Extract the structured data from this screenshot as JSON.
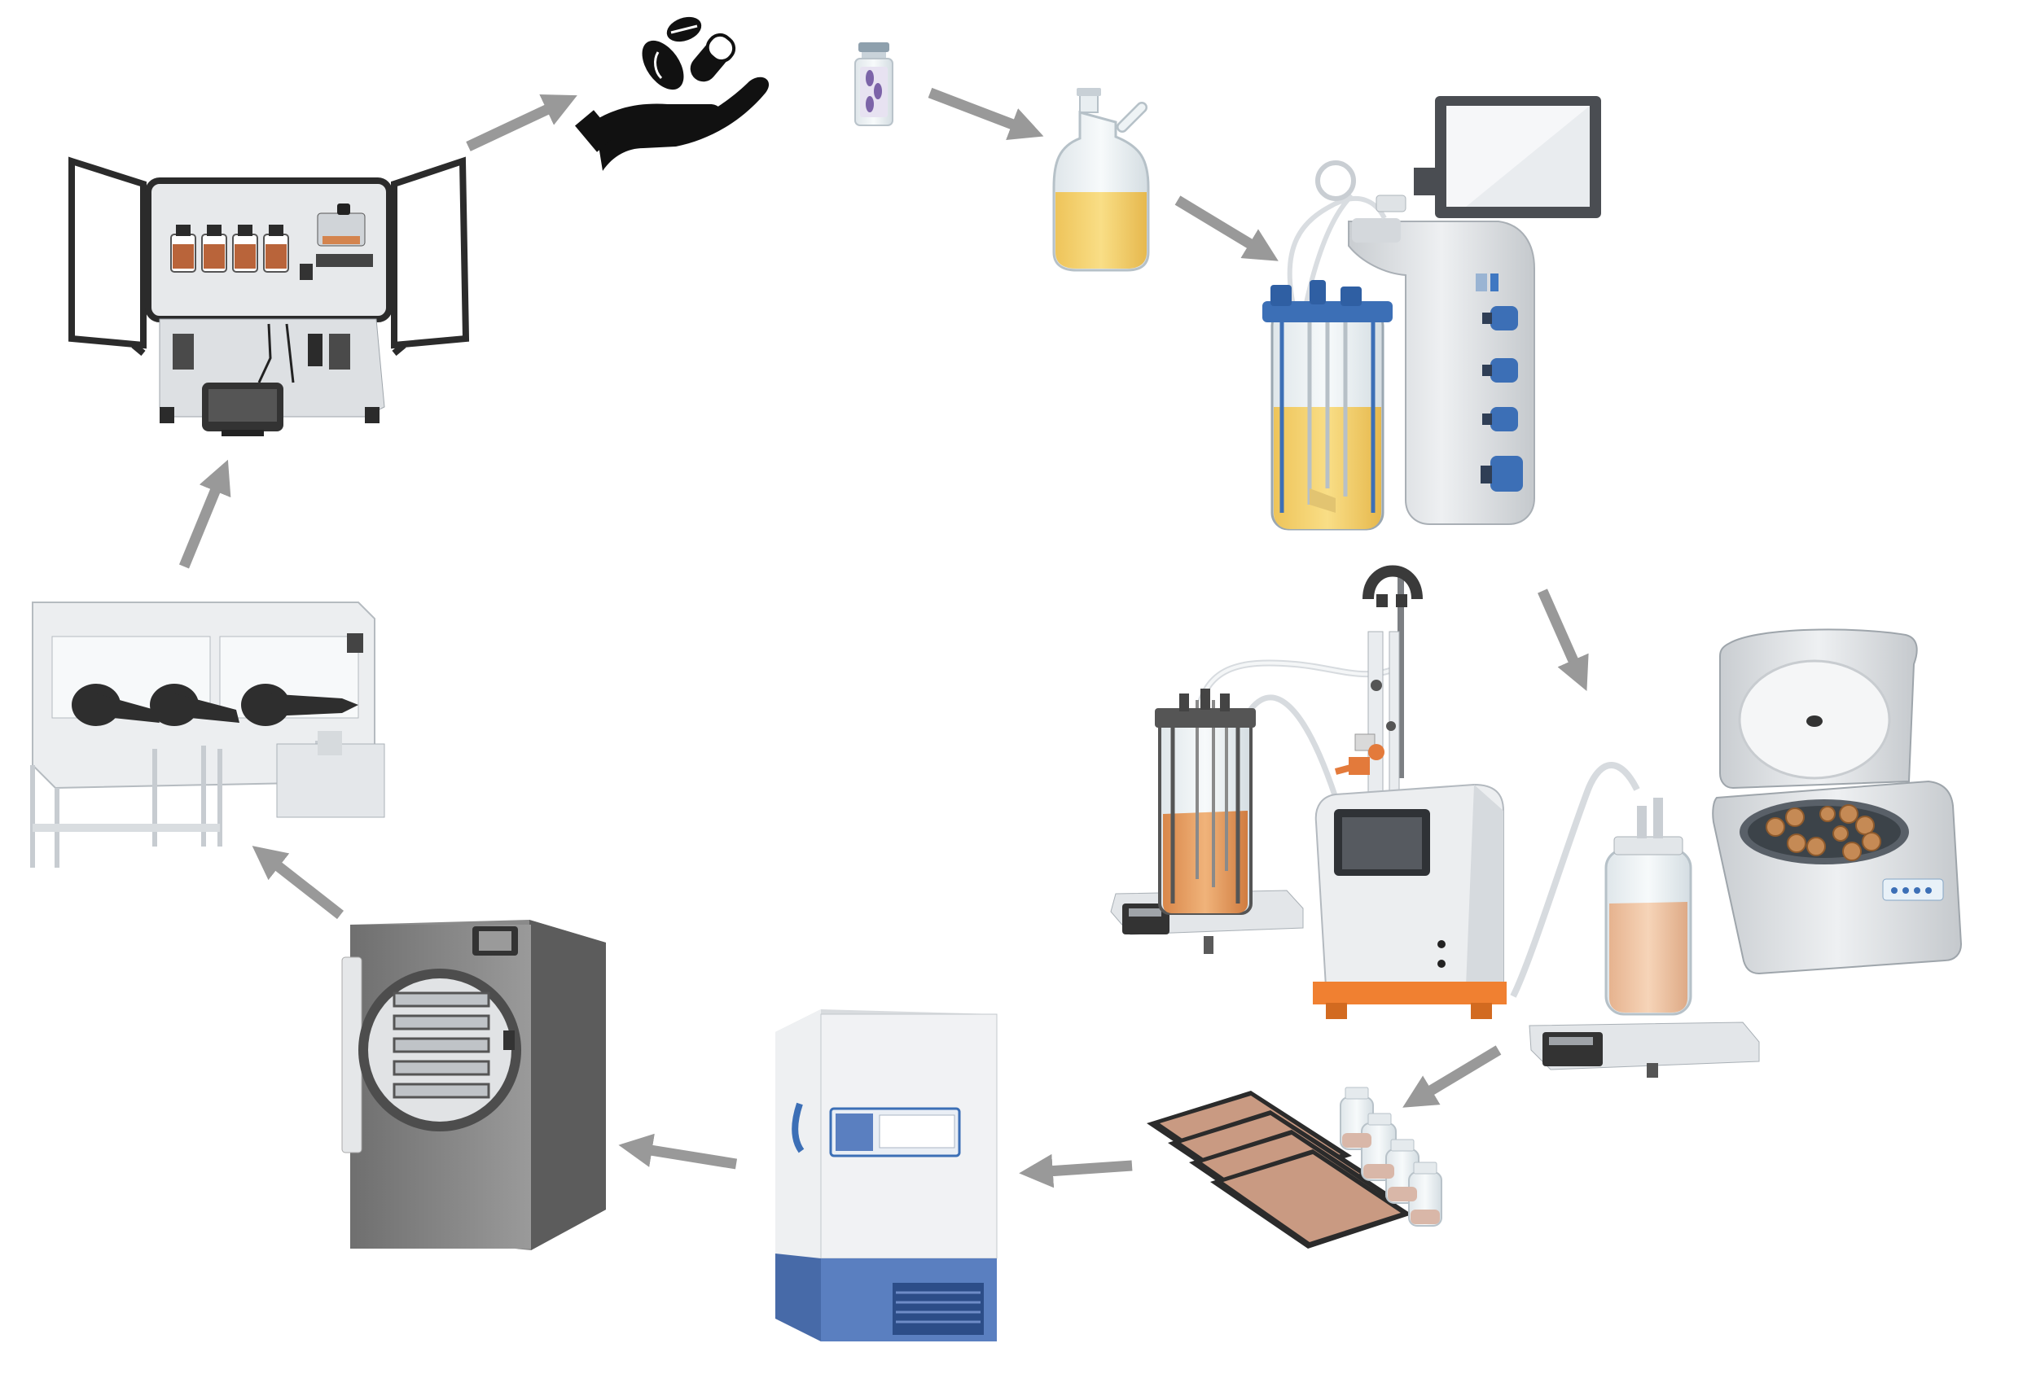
{
  "diagram": {
    "type": "process-cycle",
    "stages": [
      {
        "id": "stock-vial",
        "icon": "vial-icon"
      },
      {
        "id": "shake-flask",
        "icon": "flask-icon"
      },
      {
        "id": "bioreactor",
        "icon": "bioreactor-icon"
      },
      {
        "id": "perfusion-system",
        "icon": "perfusion-reactor-icon"
      },
      {
        "id": "harvest-and-centrifuge",
        "icon": "centrifuge-icon"
      },
      {
        "id": "trays-and-vials",
        "icon": "trays-vials-icon"
      },
      {
        "id": "ultra-low-freezer",
        "icon": "freezer-icon"
      },
      {
        "id": "freeze-dryer",
        "icon": "freeze-dryer-icon"
      },
      {
        "id": "anaerobic-glovebox",
        "icon": "glovebox-icon"
      },
      {
        "id": "filling-cabinet",
        "icon": "cabinet-icon"
      },
      {
        "id": "product-delivery",
        "icon": "hand-pills-icon"
      }
    ],
    "connector": "arrow",
    "colors": {
      "arrow": "#999999",
      "culture_yellow": "#f7d36a",
      "culture_orange": "#e9a063",
      "reactor_blue": "#3c6fb6",
      "freezer_blue": "#5a7fc0",
      "steel": "#d9dcdf",
      "dark": "#2b2b2b"
    }
  }
}
